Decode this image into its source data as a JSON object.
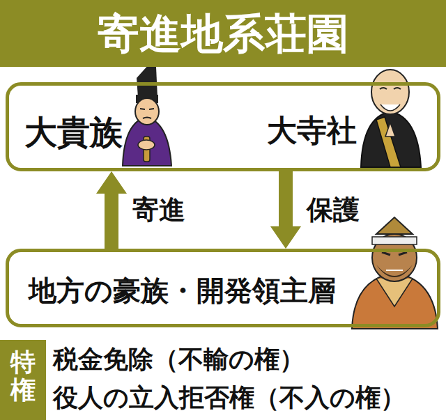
{
  "diagram": {
    "title": "寄進地系荘園",
    "nodes": [
      {
        "text": [
          "大貴族",
          "大寺社"
        ]
      },
      {
        "text": [
          "地方の豪族・開発領主層"
        ]
      },
      {
        "text": [
          "特権"
        ]
      }
    ],
    "edges": [
      {
        "from": 1,
        "to": 0,
        "label": "寄進",
        "arrow": "to"
      },
      {
        "from": 0,
        "to": 1,
        "label": "保護",
        "arrow": "to"
      }
    ],
    "labels": [
      "税金免除（不輸の権）",
      "役人の立入拒否権（不入の権）"
    ]
  }
}
